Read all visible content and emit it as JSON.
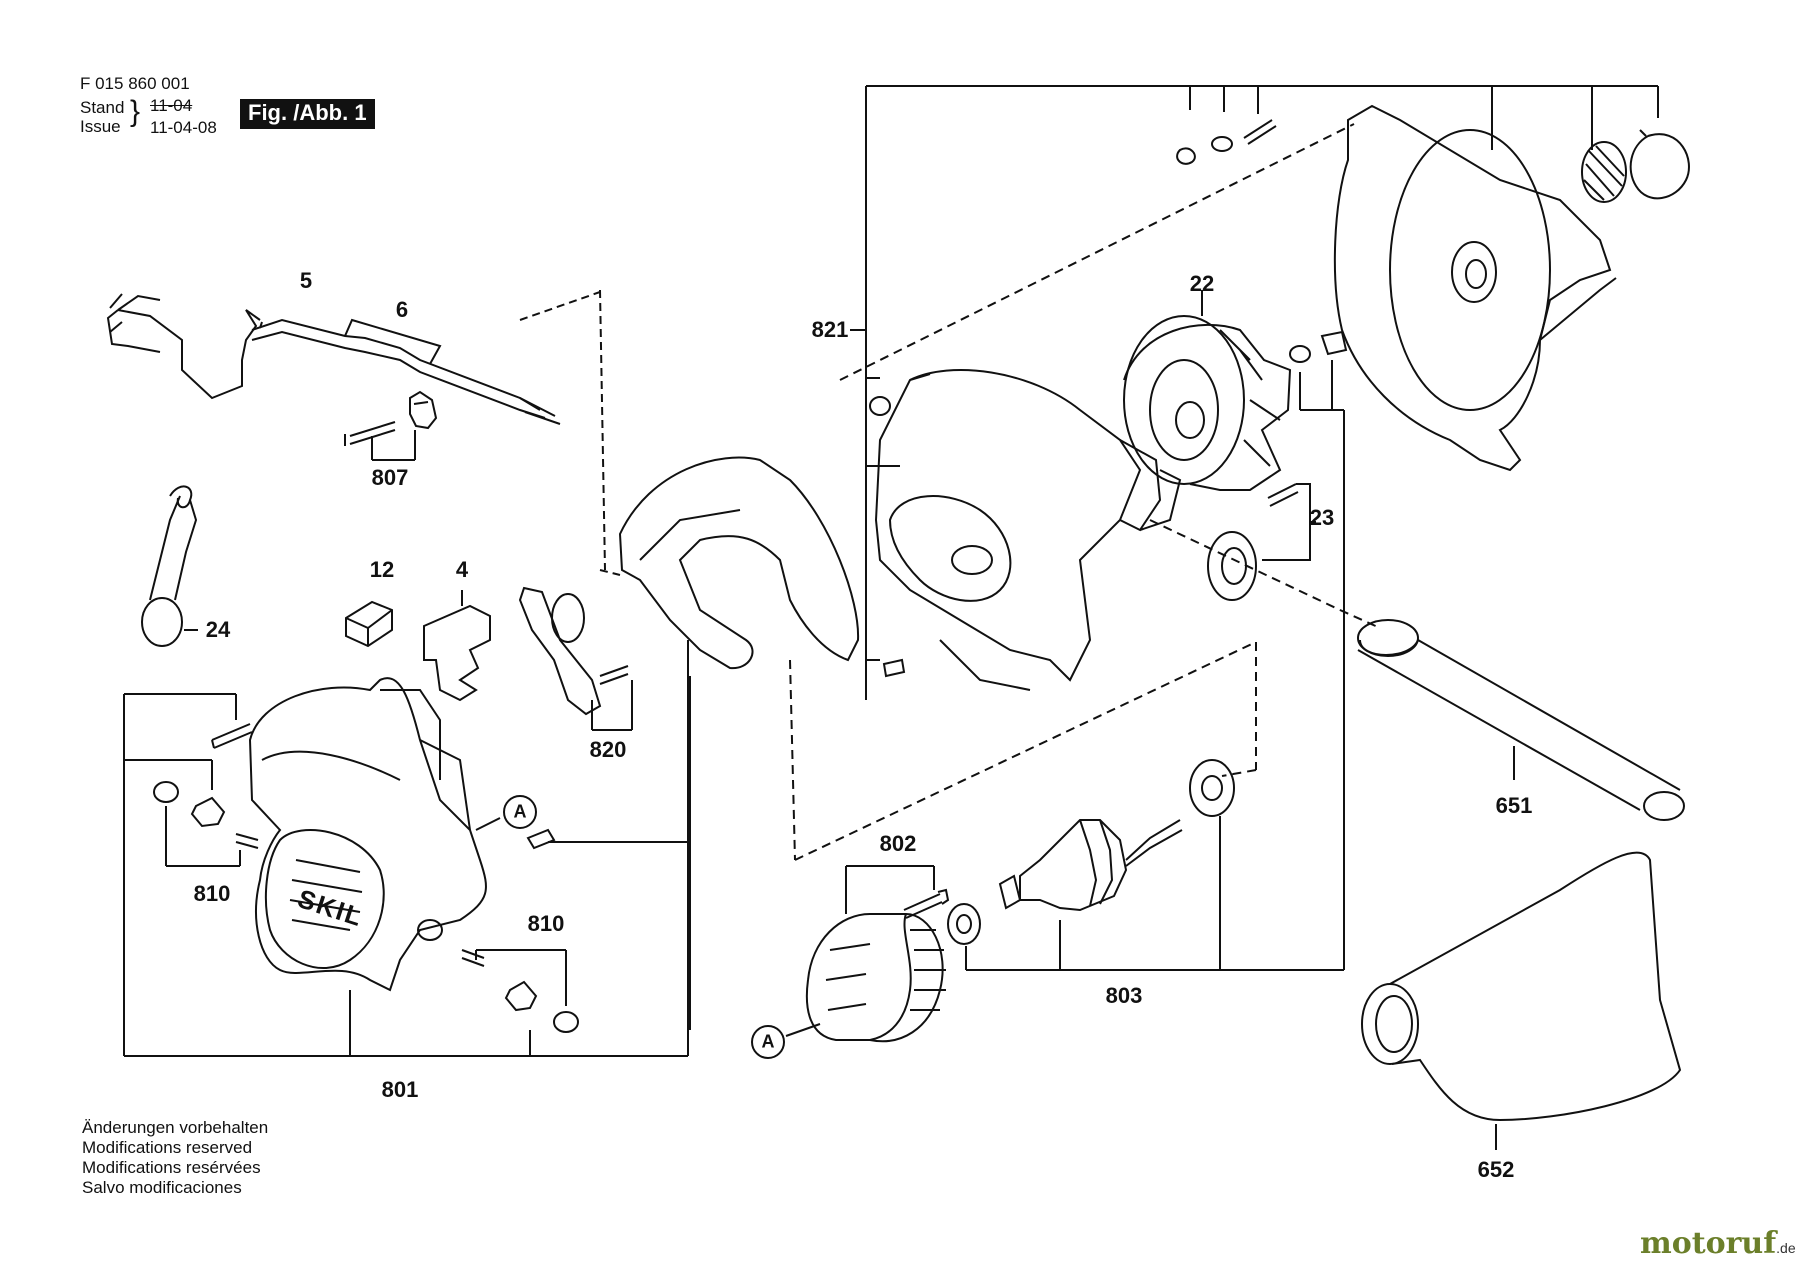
{
  "header": {
    "part_number": "F 015 860 001",
    "stand_label": "Stand",
    "issue_label": "Issue",
    "old_date": "11-04",
    "new_date": "11-04-08",
    "fig_label": "Fig. /Abb. 1"
  },
  "footer": {
    "lines": [
      "Änderungen vorbehalten",
      "Modifications reserved",
      "Modifications resérvées",
      "Salvo modificaciones"
    ]
  },
  "labels": {
    "l5": "5",
    "l6": "6",
    "l807": "807",
    "l24": "24",
    "l12": "12",
    "l4": "4",
    "l820": "820",
    "l810a": "810",
    "l810b": "810",
    "l801": "801",
    "lA1": "A",
    "l821": "821",
    "l22": "22",
    "l23": "23",
    "l802": "802",
    "l803": "803",
    "lA2": "A",
    "l651": "651",
    "l652": "652"
  },
  "watermark": {
    "text": "motoruf",
    "suffix": ".de",
    "color": "#6b7f2a"
  }
}
